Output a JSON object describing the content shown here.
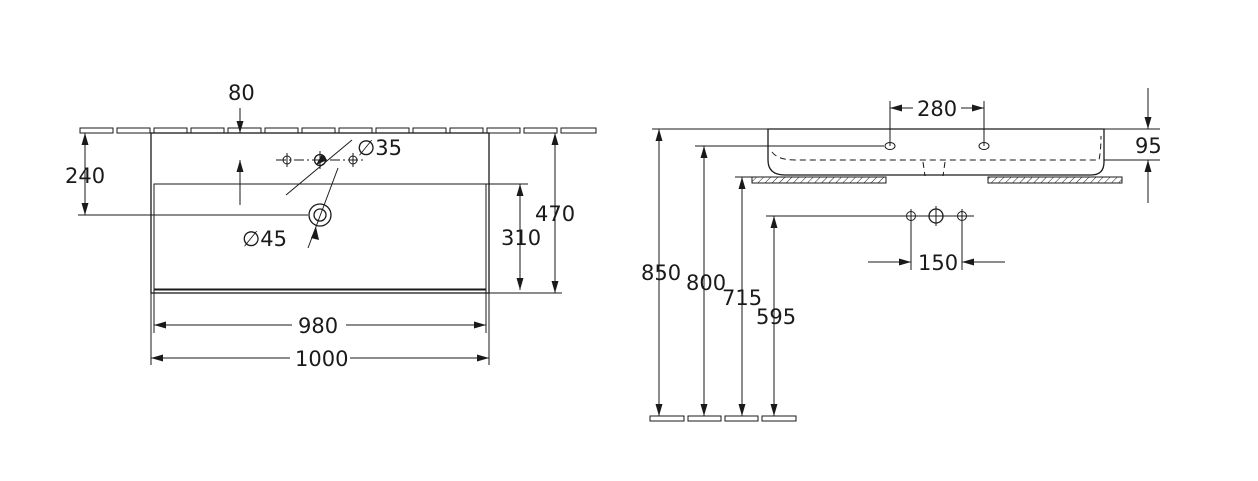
{
  "colors": {
    "line": "#1a1a1a",
    "background": "#ffffff"
  },
  "top_view": {
    "dim_80": "80",
    "dim_240": "240",
    "dim_470": "470",
    "dim_310": "310",
    "dim_980": "980",
    "dim_1000": "1000",
    "dia_35": "∅35",
    "dia_45": "∅45"
  },
  "side_view": {
    "dim_280": "280",
    "dim_95": "95",
    "dim_850": "850",
    "dim_800": "800",
    "dim_715": "715",
    "dim_595": "595",
    "dim_150": "150"
  }
}
